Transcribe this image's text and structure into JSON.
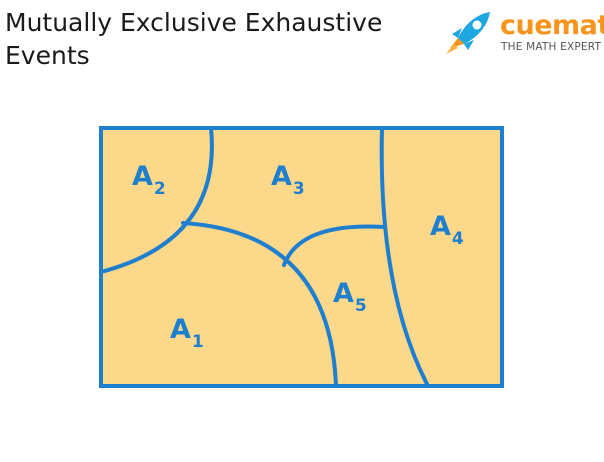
{
  "title": {
    "line1": "Mutually Exclusive Exhaustive",
    "line2": "Events"
  },
  "brand": {
    "name": "cuemath",
    "tagline": "THE MATH EXPERT",
    "icon": "rocket-icon"
  },
  "colors": {
    "fill": "#fcd98a",
    "stroke": "#1f7fcf",
    "label": "#1f7fcf",
    "brand_orange": "#f7941d",
    "brand_blue": "#1ea7e1"
  },
  "regions": [
    {
      "letter": "A",
      "sub": "1"
    },
    {
      "letter": "A",
      "sub": "2"
    },
    {
      "letter": "A",
      "sub": "3"
    },
    {
      "letter": "A",
      "sub": "4"
    },
    {
      "letter": "A",
      "sub": "5"
    }
  ]
}
